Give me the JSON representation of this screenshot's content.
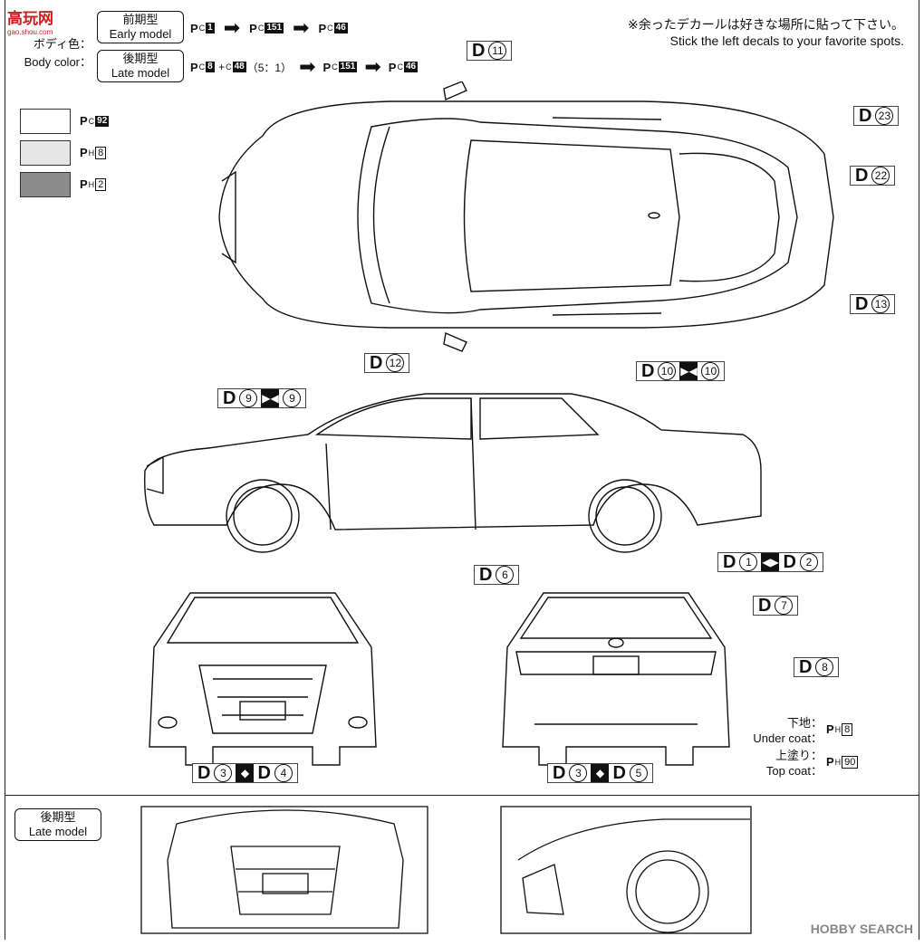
{
  "logo": {
    "title": "高玩网",
    "subtitle": "gao.shou.com"
  },
  "body_color": {
    "jp": "ボディ色：",
    "en": "Body color："
  },
  "early": {
    "jp": "前期型",
    "en": "Early model",
    "codes": [
      "C 1",
      "C 151",
      "C 46"
    ]
  },
  "late": {
    "jp": "後期型",
    "en": "Late model",
    "codes": [
      "C 8 + C 48（5：1）",
      "C 151",
      "C 46"
    ]
  },
  "note": {
    "jp": "※余ったデカールは好きな場所に貼って下さい。",
    "en": "Stick the left decals to your favorite spots."
  },
  "swatches": [
    {
      "code": "C 92",
      "color": "#ffffff"
    },
    {
      "code": "H 8",
      "color": "#e6e6e6"
    },
    {
      "code": "H 2",
      "color": "#8c8c8c"
    }
  ],
  "decals": {
    "d11": "11",
    "d23": "23",
    "d22": "22",
    "d13": "13",
    "d12": "12",
    "d9": "9",
    "d9b": "9",
    "d10": "10",
    "d10b": "10",
    "d1": "1",
    "d2": "2",
    "d6": "6",
    "d7": "7",
    "d8": "8",
    "d3a": "3",
    "d4": "4",
    "d3b": "3",
    "d5": "5"
  },
  "under_coat": {
    "jp": "下地：",
    "en": "Under coat：",
    "code": "H 8"
  },
  "top_coat": {
    "jp": "上塗り：",
    "en": "Top coat：",
    "code": "H 90"
  },
  "late_section": {
    "jp": "後期型",
    "en": "Late model"
  },
  "footer": {
    "watermark": "HOBBY SEARCH"
  }
}
